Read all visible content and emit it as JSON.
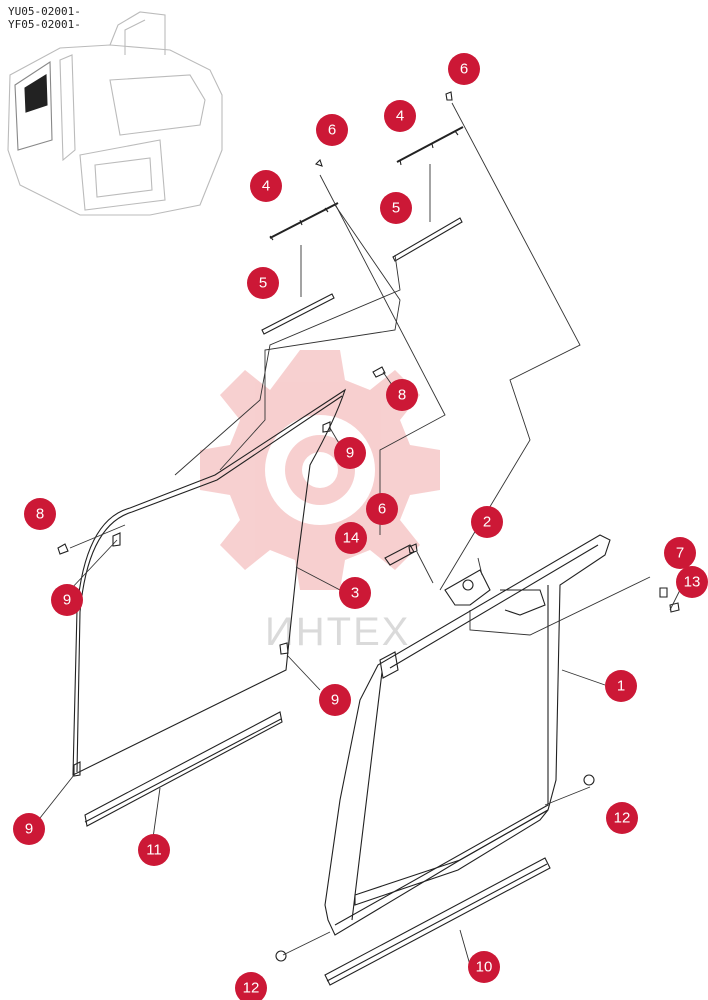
{
  "header": {
    "serial_1": "YU05-02001-",
    "serial_2": "YF05-02001-"
  },
  "watermark": {
    "text": "ИНТЕХ",
    "color": "#f1a9a9"
  },
  "callout_color": "#cc1836",
  "callouts": [
    {
      "id": "c-6a",
      "label": "6"
    },
    {
      "id": "c-4a",
      "label": "4"
    },
    {
      "id": "c-6b",
      "label": "6"
    },
    {
      "id": "c-4b",
      "label": "4"
    },
    {
      "id": "c-5a",
      "label": "5"
    },
    {
      "id": "c-5b",
      "label": "5"
    },
    {
      "id": "c-8a",
      "label": "8"
    },
    {
      "id": "c-9a",
      "label": "9"
    },
    {
      "id": "c-8b",
      "label": "8"
    },
    {
      "id": "c-6c",
      "label": "6"
    },
    {
      "id": "c-2",
      "label": "2"
    },
    {
      "id": "c-14",
      "label": "14"
    },
    {
      "id": "c-7",
      "label": "7"
    },
    {
      "id": "c-13",
      "label": "13"
    },
    {
      "id": "c-9b",
      "label": "9"
    },
    {
      "id": "c-3",
      "label": "3"
    },
    {
      "id": "c-1",
      "label": "1"
    },
    {
      "id": "c-9c",
      "label": "9"
    },
    {
      "id": "c-9d",
      "label": "9"
    },
    {
      "id": "c-11",
      "label": "11"
    },
    {
      "id": "c-12a",
      "label": "12"
    },
    {
      "id": "c-10",
      "label": "10"
    },
    {
      "id": "c-12b",
      "label": "12"
    }
  ]
}
